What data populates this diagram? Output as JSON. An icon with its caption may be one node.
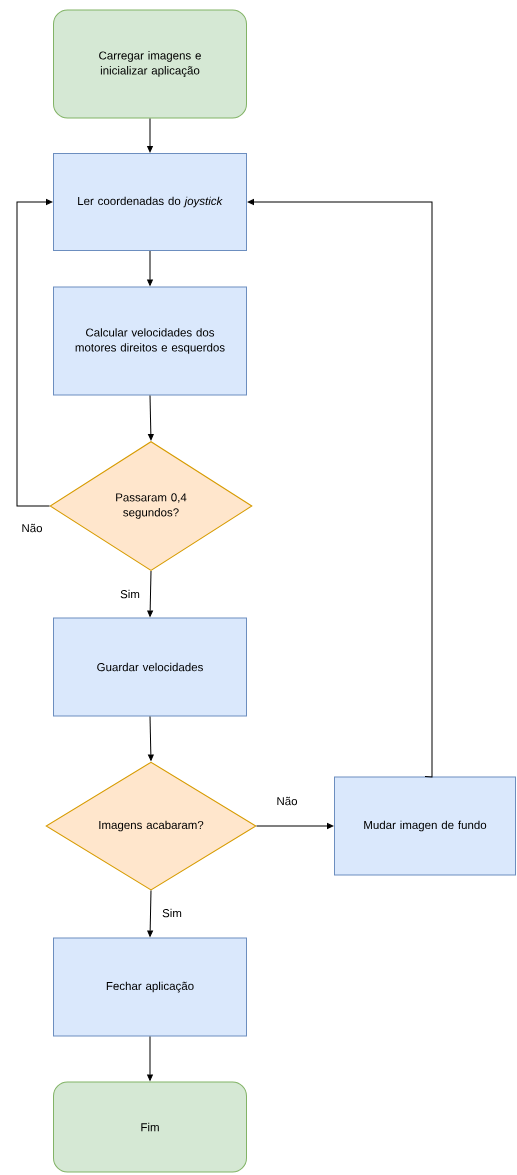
{
  "diagram": {
    "nodes": [
      {
        "text": [
          "Carregar imagens e inicializar aplicação"
        ]
      },
      {
        "text": [
          "Ler coordenadas do *joystick*"
        ]
      },
      {
        "text": [
          "Calcular velocidades dos motores direitos e esquerdos"
        ]
      },
      {
        "text": [
          "Passaram 0,4 segundos?"
        ]
      },
      {
        "text": [
          "Guardar velocidades"
        ]
      },
      {
        "text": [
          "Imagens acabaram?"
        ]
      },
      {
        "text": [
          "Mudar imagen de fundo"
        ]
      },
      {
        "text": [
          "Fechar aplicação"
        ]
      },
      {
        "text": [
          "Fim"
        ]
      }
    ],
    "edges": [
      {
        "from": 0,
        "to": 1,
        "arrow": "to"
      },
      {
        "from": 1,
        "to": 2,
        "arrow": "to"
      },
      {
        "from": 2,
        "to": 3,
        "arrow": "to"
      },
      {
        "from": 3,
        "to": 1,
        "arrow": "to",
        "label": "Não"
      },
      {
        "from": 3,
        "to": 4,
        "arrow": "to",
        "label": "Sim"
      },
      {
        "from": 4,
        "to": 5,
        "arrow": "to"
      },
      {
        "from": 5,
        "to": 6,
        "arrow": "to",
        "label": "Não"
      },
      {
        "from": 5,
        "to": 7,
        "arrow": "to",
        "label": "Sim"
      },
      {
        "from": 7,
        "to": 8,
        "arrow": "to"
      },
      {
        "from": 6,
        "to": 1,
        "arrow": "to"
      }
    ]
  }
}
